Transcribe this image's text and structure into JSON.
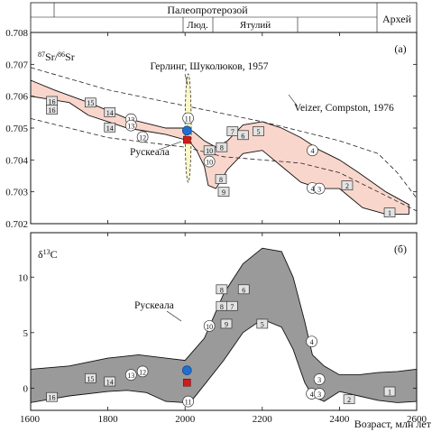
{
  "header": {
    "era_main": "Палеопротерозой",
    "era_right": "Архей",
    "sub_a": "Люд.",
    "sub_b": "Ятулий"
  },
  "colors": {
    "panel_a_fill": "#f9d6cc",
    "panel_b_fill": "#9a9a9a",
    "marker_blue": "#1f6fd1",
    "marker_red": "#d11a1a",
    "gerling_ellipse": "#fbf7c6",
    "marker_box_fill": "#e3e3e3"
  },
  "chart_data": [
    {
      "panel_label": "(а)",
      "type": "area",
      "ylabel_main": "Sr/",
      "ylabel_sup1": "87",
      "ylabel_sup2": "86",
      "ylabel_end": "Sr",
      "xlim": [
        1600,
        2600
      ],
      "ylim": [
        0.702,
        0.708
      ],
      "y_ticks": [
        0.702,
        0.703,
        0.704,
        0.705,
        0.706,
        0.707,
        0.708
      ],
      "y_tick_labels": [
        "0.702",
        "0.703",
        "0.704",
        "0.705",
        "0.706",
        "0.707",
        "0.708"
      ],
      "upper_envelope": [
        [
          1600,
          0.7065
        ],
        [
          1660,
          0.7062
        ],
        [
          1750,
          0.7058
        ],
        [
          1850,
          0.7053
        ],
        [
          1950,
          0.705
        ],
        [
          2000,
          0.705
        ],
        [
          2020,
          0.7049
        ],
        [
          2050,
          0.7046
        ],
        [
          2080,
          0.7044
        ],
        [
          2110,
          0.7046
        ],
        [
          2150,
          0.7051
        ],
        [
          2200,
          0.7052
        ],
        [
          2250,
          0.705
        ],
        [
          2300,
          0.7047
        ],
        [
          2350,
          0.7043
        ],
        [
          2400,
          0.704
        ],
        [
          2450,
          0.7036
        ],
        [
          2520,
          0.703
        ],
        [
          2580,
          0.7026
        ]
      ],
      "lower_envelope": [
        [
          2580,
          0.7023
        ],
        [
          2520,
          0.7023
        ],
        [
          2460,
          0.7025
        ],
        [
          2400,
          0.7031
        ],
        [
          2350,
          0.7031
        ],
        [
          2300,
          0.7033
        ],
        [
          2250,
          0.7038
        ],
        [
          2200,
          0.7043
        ],
        [
          2150,
          0.7042
        ],
        [
          2110,
          0.7037
        ],
        [
          2080,
          0.7031
        ],
        [
          2060,
          0.7032
        ],
        [
          2050,
          0.7038
        ],
        [
          2030,
          0.7043
        ],
        [
          2010,
          0.7046
        ],
        [
          1980,
          0.7047
        ],
        [
          1950,
          0.7048
        ],
        [
          1900,
          0.7049
        ],
        [
          1850,
          0.705
        ],
        [
          1800,
          0.7052
        ],
        [
          1750,
          0.7054
        ],
        [
          1700,
          0.7058
        ],
        [
          1650,
          0.7059
        ],
        [
          1600,
          0.706
        ]
      ],
      "dashed_curves": [
        {
          "label": "Veizer, Compston, 1976",
          "points": [
            [
              1600,
              0.7069
            ],
            [
              1800,
              0.7062
            ],
            [
              2000,
              0.7057
            ],
            [
              2200,
              0.7052
            ],
            [
              2400,
              0.7046
            ],
            [
              2500,
              0.7042
            ],
            [
              2550,
              0.7036
            ],
            [
              2600,
              0.7028
            ]
          ]
        },
        {
          "label": "",
          "points": [
            [
              1600,
              0.7053
            ],
            [
              1800,
              0.7047
            ],
            [
              2000,
              0.7044
            ],
            [
              2100,
              0.7041
            ],
            [
              2200,
              0.704
            ],
            [
              2300,
              0.7039
            ],
            [
              2400,
              0.7036
            ],
            [
              2500,
              0.703
            ],
            [
              2600,
              0.7024
            ]
          ]
        }
      ],
      "annotations": {
        "gerling": "Герлинг, Шуколюков, 1957",
        "veizer": "Veizer, Compston, 1976",
        "ruskeala": "Рускеала"
      },
      "gerling_ellipse": {
        "x": 2008,
        "y_min": 0.7033,
        "y_max": 0.7067,
        "x_halfwidth": 8
      },
      "markers": [
        {
          "label": "16",
          "shape": "square",
          "x": 1655,
          "y": 0.70585
        },
        {
          "label": "16",
          "shape": "square",
          "x": 1655,
          "y": 0.70558
        },
        {
          "label": "15",
          "shape": "square",
          "x": 1755,
          "y": 0.7058
        },
        {
          "label": "14",
          "shape": "square",
          "x": 1805,
          "y": 0.7055
        },
        {
          "label": "14",
          "shape": "square",
          "x": 1805,
          "y": 0.70502
        },
        {
          "label": "13",
          "shape": "circle",
          "x": 1860,
          "y": 0.70528
        },
        {
          "label": "13",
          "shape": "circle",
          "x": 1860,
          "y": 0.70508
        },
        {
          "label": "12",
          "shape": "circle",
          "x": 1890,
          "y": 0.70472
        },
        {
          "label": "11",
          "shape": "circle",
          "x": 2008,
          "y": 0.70531
        },
        {
          "label": "10",
          "shape": "square",
          "x": 2063,
          "y": 0.7043
        },
        {
          "label": "10",
          "shape": "circle",
          "x": 2063,
          "y": 0.70395
        },
        {
          "label": "9",
          "shape": "square",
          "x": 2100,
          "y": 0.703
        },
        {
          "label": "8",
          "shape": "square",
          "x": 2093,
          "y": 0.7034
        },
        {
          "label": "8",
          "shape": "square",
          "x": 2095,
          "y": 0.7044
        },
        {
          "label": "7",
          "shape": "square",
          "x": 2123,
          "y": 0.7049
        },
        {
          "label": "6",
          "shape": "square",
          "x": 2150,
          "y": 0.70478
        },
        {
          "label": "5",
          "shape": "square",
          "x": 2190,
          "y": 0.7049
        },
        {
          "label": "4",
          "shape": "circle",
          "x": 2330,
          "y": 0.7043
        },
        {
          "label": "4",
          "shape": "circle",
          "x": 2330,
          "y": 0.70312
        },
        {
          "label": "3",
          "shape": "circle",
          "x": 2348,
          "y": 0.7031
        },
        {
          "label": "2",
          "shape": "square",
          "x": 2420,
          "y": 0.7032
        },
        {
          "label": "1",
          "shape": "square",
          "x": 2530,
          "y": 0.70235
        }
      ],
      "ruskeala_points": [
        {
          "color": "red",
          "x": 2005,
          "y": 0.70463
        },
        {
          "color": "blue",
          "x": 2005,
          "y": 0.70492
        }
      ]
    },
    {
      "panel_label": "(б)",
      "type": "area",
      "ylabel_main": "δ",
      "ylabel_sup1": "13",
      "ylabel_end": "C",
      "xlabel": "Возраст, млн лет",
      "xlim": [
        1600,
        2600
      ],
      "ylim": [
        -2,
        14
      ],
      "y_ticks": [
        0,
        5,
        10
      ],
      "y_tick_labels": [
        "0",
        "5",
        "10"
      ],
      "x_ticks": [
        1600,
        1800,
        2000,
        2200,
        2400,
        2600
      ],
      "x_tick_labels": [
        "1600",
        "1800",
        "2000",
        "2200",
        "2400",
        "2600"
      ],
      "upper_envelope": [
        [
          1600,
          1.7
        ],
        [
          1700,
          2.0
        ],
        [
          1800,
          2.7
        ],
        [
          1880,
          3.0
        ],
        [
          1950,
          2.7
        ],
        [
          2000,
          2.5
        ],
        [
          2050,
          4.5
        ],
        [
          2100,
          8.5
        ],
        [
          2150,
          11.2
        ],
        [
          2200,
          12.6
        ],
        [
          2250,
          12.3
        ],
        [
          2280,
          10.0
        ],
        [
          2310,
          6.0
        ],
        [
          2330,
          3.0
        ],
        [
          2360,
          2.0
        ],
        [
          2400,
          1.2
        ],
        [
          2450,
          1.2
        ],
        [
          2500,
          1.4
        ],
        [
          2550,
          1.5
        ],
        [
          2600,
          1.7
        ]
      ],
      "lower_envelope": [
        [
          2600,
          -1.2
        ],
        [
          2550,
          -1.3
        ],
        [
          2500,
          -1.1
        ],
        [
          2450,
          -0.7
        ],
        [
          2400,
          -0.3
        ],
        [
          2360,
          -1.2
        ],
        [
          2330,
          -0.7
        ],
        [
          2310,
          0.5
        ],
        [
          2280,
          3.5
        ],
        [
          2250,
          5.5
        ],
        [
          2200,
          6.2
        ],
        [
          2150,
          5.0
        ],
        [
          2100,
          2.5
        ],
        [
          2050,
          0.3
        ],
        [
          2020,
          -1.0
        ],
        [
          2000,
          -1.3
        ],
        [
          1950,
          -1.2
        ],
        [
          1900,
          -0.4
        ],
        [
          1850,
          -0.2
        ],
        [
          1800,
          -0.3
        ],
        [
          1700,
          -0.7
        ],
        [
          1650,
          -1.0
        ],
        [
          1600,
          -1.3
        ]
      ],
      "annotations": {
        "ruskeala": "Рускеала"
      },
      "markers": [
        {
          "label": "16",
          "shape": "square",
          "x": 1655,
          "y": -0.8
        },
        {
          "label": "15",
          "shape": "square",
          "x": 1755,
          "y": 0.9
        },
        {
          "label": "14",
          "shape": "square",
          "x": 1805,
          "y": 0.6
        },
        {
          "label": "13",
          "shape": "circle",
          "x": 1860,
          "y": 1.2
        },
        {
          "label": "12",
          "shape": "circle",
          "x": 1890,
          "y": 1.5
        },
        {
          "label": "11",
          "shape": "circle",
          "x": 2008,
          "y": -1.2
        },
        {
          "label": "10",
          "shape": "circle",
          "x": 2063,
          "y": 5.6
        },
        {
          "label": "9",
          "shape": "square",
          "x": 2107,
          "y": 5.8
        },
        {
          "label": "8",
          "shape": "square",
          "x": 2095,
          "y": 7.4
        },
        {
          "label": "8",
          "shape": "square",
          "x": 2095,
          "y": 8.9
        },
        {
          "label": "7",
          "shape": "square",
          "x": 2122,
          "y": 7.4
        },
        {
          "label": "6",
          "shape": "square",
          "x": 2152,
          "y": 8.9
        },
        {
          "label": "5",
          "shape": "square",
          "x": 2200,
          "y": 5.8
        },
        {
          "label": "4",
          "shape": "circle",
          "x": 2328,
          "y": 4.2
        },
        {
          "label": "4",
          "shape": "circle",
          "x": 2328,
          "y": -0.5
        },
        {
          "label": "3",
          "shape": "circle",
          "x": 2348,
          "y": 0.8
        },
        {
          "label": "3",
          "shape": "circle",
          "x": 2348,
          "y": -0.5
        },
        {
          "label": "2",
          "shape": "square",
          "x": 2425,
          "y": -1.0
        },
        {
          "label": "1",
          "shape": "square",
          "x": 2530,
          "y": -0.3
        }
      ],
      "ruskeala_points": [
        {
          "color": "red",
          "x": 2005,
          "y": 0.5
        },
        {
          "color": "blue",
          "x": 2005,
          "y": 1.6
        }
      ]
    }
  ]
}
